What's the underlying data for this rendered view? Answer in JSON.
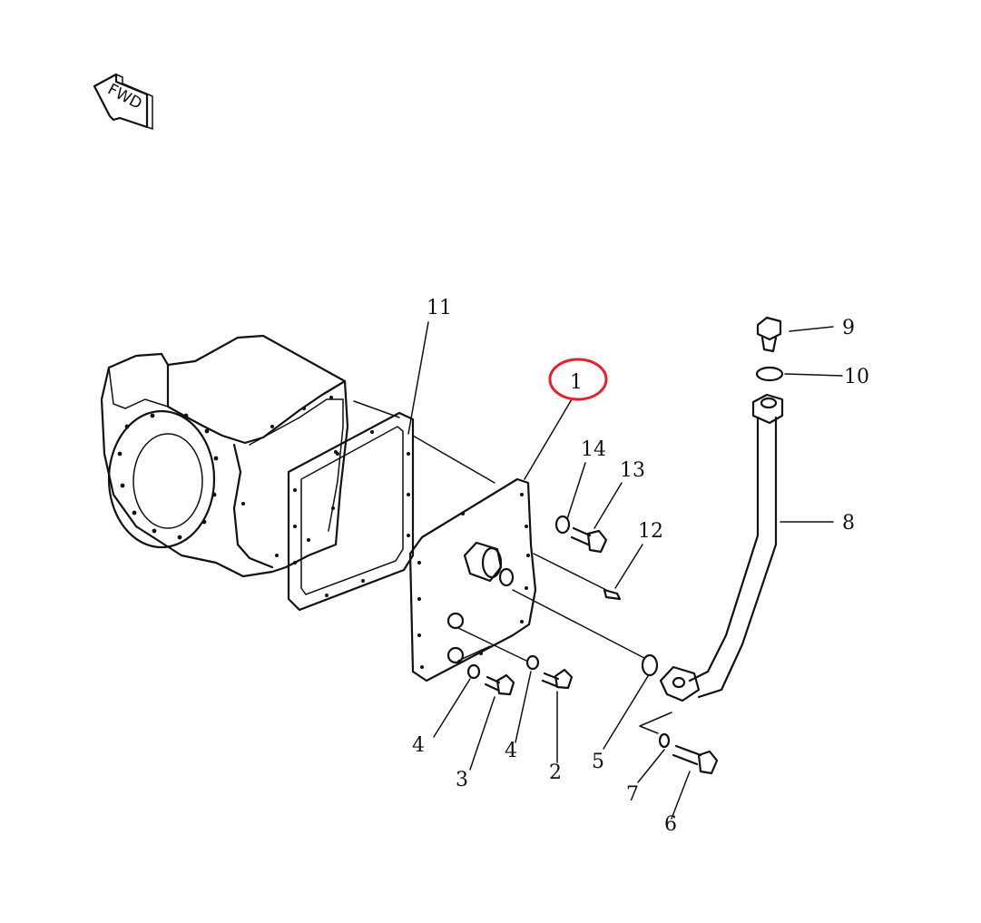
{
  "direction_marker": {
    "text": "FWD",
    "icon": "fwd-arrow-icon"
  },
  "highlight": {
    "part": "1",
    "color": "#e8202a"
  },
  "callouts": [
    {
      "id": "c1",
      "label": "1"
    },
    {
      "id": "c2",
      "label": "2"
    },
    {
      "id": "c3",
      "label": "3"
    },
    {
      "id": "c4a",
      "label": "4"
    },
    {
      "id": "c4b",
      "label": "4"
    },
    {
      "id": "c5",
      "label": "5"
    },
    {
      "id": "c6",
      "label": "6"
    },
    {
      "id": "c7",
      "label": "7"
    },
    {
      "id": "c8",
      "label": "8"
    },
    {
      "id": "c9",
      "label": "9"
    },
    {
      "id": "c10",
      "label": "10"
    },
    {
      "id": "c11",
      "label": "11"
    },
    {
      "id": "c12",
      "label": "12"
    },
    {
      "id": "c13",
      "label": "13"
    },
    {
      "id": "c14",
      "label": "14"
    }
  ]
}
